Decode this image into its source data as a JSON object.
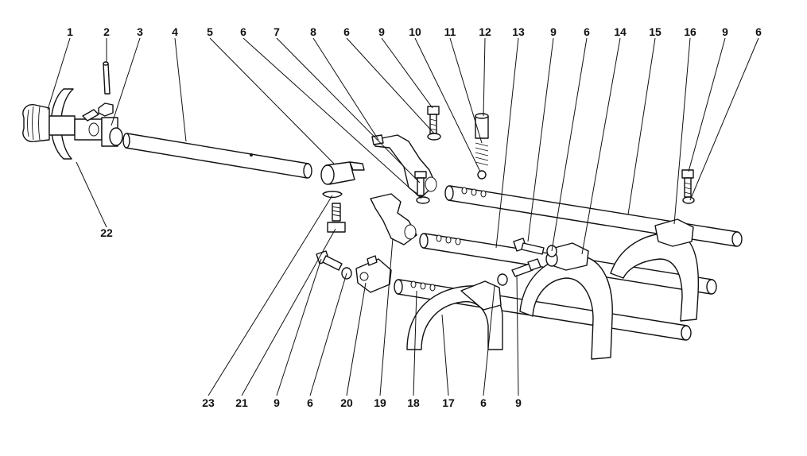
{
  "callouts_top": [
    "1",
    "2",
    "3",
    "4",
    "5",
    "6",
    "7",
    "8",
    "6",
    "9",
    "10",
    "11",
    "12",
    "13",
    "9",
    "6",
    "14",
    "15",
    "16",
    "9",
    "6"
  ],
  "callouts_bottom": [
    "23",
    "21",
    "9",
    "6",
    "20",
    "19",
    "18",
    "17",
    "6",
    "9"
  ],
  "callout_left": "22"
}
